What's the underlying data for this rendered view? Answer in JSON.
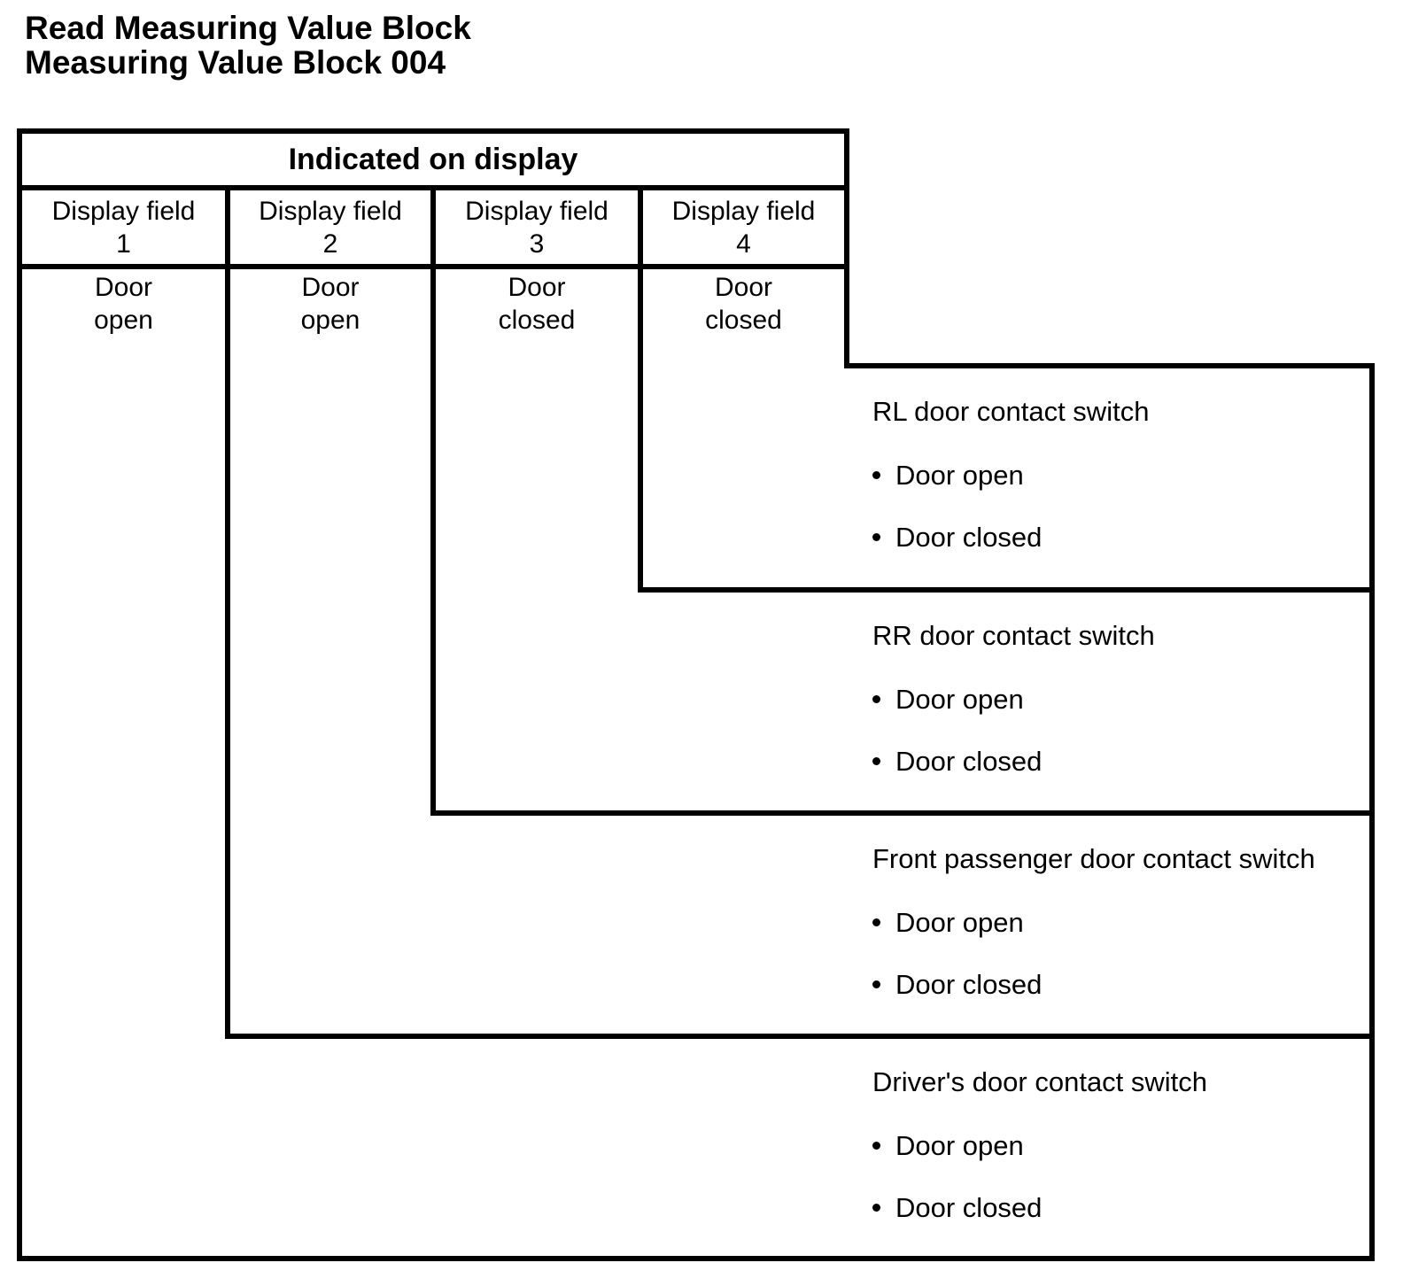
{
  "page": {
    "title_line1": "Read Measuring Value Block",
    "title_line2": "Measuring Value Block 004"
  },
  "table": {
    "header": "Indicated on display",
    "columns": [
      {
        "field_label": "Display field",
        "field_number": "1",
        "value_line1": "Door",
        "value_line2": "open"
      },
      {
        "field_label": "Display field",
        "field_number": "2",
        "value_line1": "Door",
        "value_line2": "open"
      },
      {
        "field_label": "Display field",
        "field_number": "3",
        "value_line1": "Door",
        "value_line2": "closed"
      },
      {
        "field_label": "Display field",
        "field_number": "4",
        "value_line1": "Door",
        "value_line2": "closed"
      }
    ]
  },
  "callouts": [
    {
      "heading": "RL door contact switch",
      "bullet1": "Door open",
      "bullet2": "Door closed"
    },
    {
      "heading": "RR door contact switch",
      "bullet1": "Door open",
      "bullet2": "Door closed"
    },
    {
      "heading": "Front passenger door contact switch",
      "bullet1": "Door open",
      "bullet2": "Door closed"
    },
    {
      "heading": "Driver's door contact switch",
      "bullet1": "Door open",
      "bullet2": "Door closed"
    }
  ],
  "colors": {
    "line": "#000000",
    "text": "#000000",
    "background": "#ffffff"
  }
}
